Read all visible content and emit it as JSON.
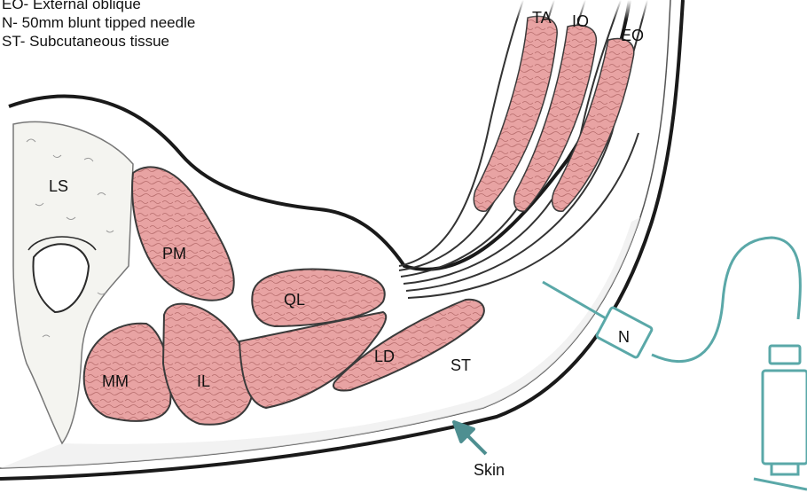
{
  "legend": [
    "EO- External oblique",
    "N- 50mm blunt tipped needle",
    "ST- Subcutaneous tissue"
  ],
  "labels": {
    "ta": "TA",
    "io": "IO",
    "eo": "EO",
    "ls": "LS",
    "pm": "PM",
    "ql": "QL",
    "mm": "MM",
    "il": "IL",
    "ld": "LD",
    "st": "ST",
    "n": "N",
    "skin": "Skin"
  },
  "colors": {
    "muscle": "#e8a3a3",
    "muscle_stroke": "#3a3a3a",
    "outline": "#1a1a1a",
    "needle": "#5aa8a8",
    "arrow": "#4e8f91",
    "vertebra": "#f4f4f0"
  }
}
